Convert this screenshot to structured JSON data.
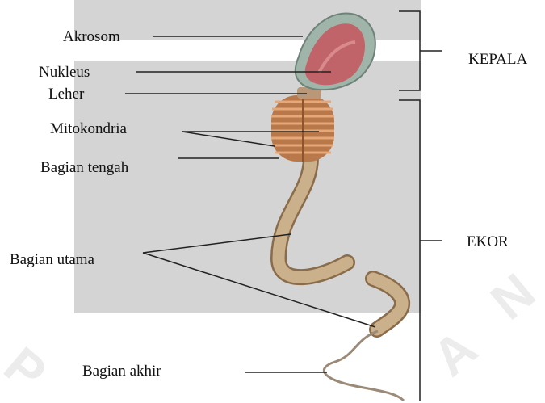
{
  "labels": {
    "akrosom": "Akrosom",
    "nukleus": "Nukleus",
    "leher": "Leher",
    "mitokondria": "Mitokondria",
    "bagian_tengah": "Bagian tengah",
    "bagian_utama": "Bagian utama",
    "bagian_akhir": "Bagian akhir"
  },
  "groups": {
    "kepala": "KEPALA",
    "ekor": "EKOR"
  },
  "colors": {
    "gray_panel": "#d4d4d4",
    "head_fill": "#c0646a",
    "acrosome_cap": "#9fb5aa",
    "midpiece": "#c8875a",
    "tail": "#cbb08c",
    "line": "#222222"
  }
}
